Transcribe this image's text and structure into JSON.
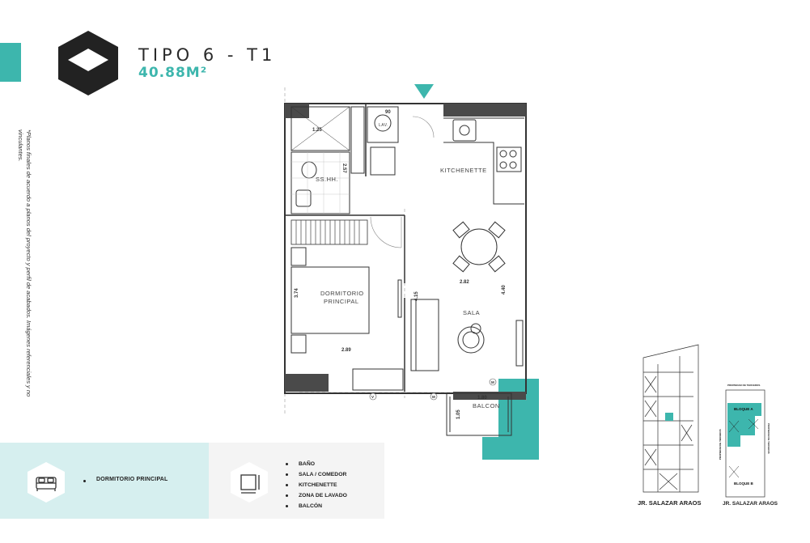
{
  "header": {
    "title": "TIPO 6 - T1",
    "area": "40.88M²"
  },
  "disclaimer": "*Planos finales de acuerdo a planos del proyecto y perfil de acabados. Imágenes referenciales y no vinculantes.",
  "plan": {
    "rooms": {
      "bathroom": "SS.HH.",
      "laundry": "LAV.",
      "kitchenette": "KITCHENETTE",
      "bedroom_line1": "DORMITORIO",
      "bedroom_line2": "PRINCIPAL",
      "living": "SALA",
      "balcony": "BALCON"
    },
    "dimensions": {
      "shower": "1.25",
      "bath_height": "2.57",
      "laundry_width": "90",
      "bedroom_height": "3.74",
      "bedroom_width": "2.89",
      "sala_width": "2.82",
      "sala_height": "4.40",
      "corridor": "4.15",
      "balcony_width": "1.80",
      "balcony_depth": "1.05"
    },
    "markers": {
      "v": "V",
      "m1": "M",
      "m2": "M"
    }
  },
  "site_plans": {
    "street_1": "JR. SALAZAR ARAOS",
    "street_2": "JR. SALAZAR ARAOS",
    "block_a": "BLOQUE A",
    "block_b": "BLOQUE B",
    "neighbor_top": "PROPIEDAD DE TERCEROS",
    "neighbor_left": "PROPIEDAD DE TERCEROS",
    "neighbor_right": "PROPIEDAD DE TERCEROS"
  },
  "features": {
    "bedrooms": "DORMITORIO PRINCIPAL",
    "amenities": [
      "BAÑO",
      "SALA / COMEDOR",
      "KITCHENETTE",
      "ZONA DE LAVADO",
      "BALCÓN"
    ]
  },
  "colors": {
    "accent": "#3db6ad",
    "panel_light": "#d6efef",
    "wall": "#555555"
  },
  "icons": {
    "logo": "cube-logo-icon",
    "bed": "bed-icon",
    "area": "area-measure-icon"
  }
}
